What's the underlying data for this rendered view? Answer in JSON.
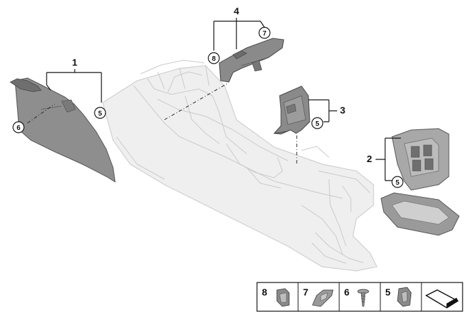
{
  "callouts": {
    "c1": "1",
    "c2": "2",
    "c3": "3",
    "c4": "4"
  },
  "circled": {
    "left_6": "6",
    "left_5": "5",
    "top_8": "8",
    "top_7": "7",
    "right_5a": "5",
    "right_5b": "5"
  },
  "legend": {
    "items": [
      {
        "num": "8",
        "icon": "clip-8-icon"
      },
      {
        "num": "7",
        "icon": "clip-7-icon"
      },
      {
        "num": "6",
        "icon": "screw-icon"
      },
      {
        "num": "5",
        "icon": "clip-5-icon"
      },
      {
        "num": "",
        "icon": "mat-icon"
      }
    ]
  },
  "colors": {
    "part_dark": "#8c8c8c",
    "part_mid": "#a9a9a9",
    "console": "#ececec",
    "line": "#111111"
  }
}
